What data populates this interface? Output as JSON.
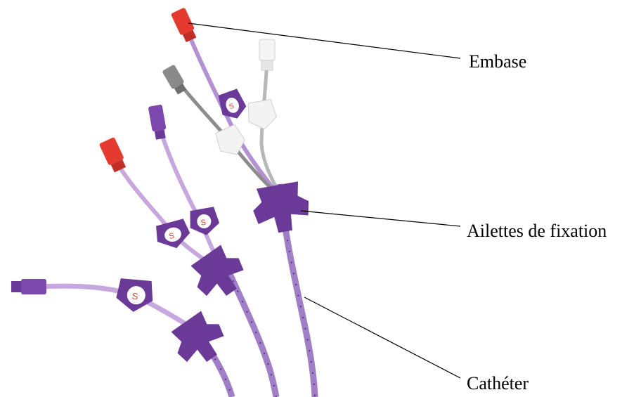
{
  "labels": {
    "hub": "Embase",
    "wings": "Ailettes de fixation",
    "catheter": "Cathéter"
  },
  "colors": {
    "purple": "#8a5cb8",
    "purple_light": "#c9a9dc",
    "purple_dark": "#5b2f86",
    "red_cap": "#e53a2f",
    "grey_cap": "#8a8a8a",
    "white_cap": "#f2f2f2",
    "leader_line": "#000000"
  }
}
